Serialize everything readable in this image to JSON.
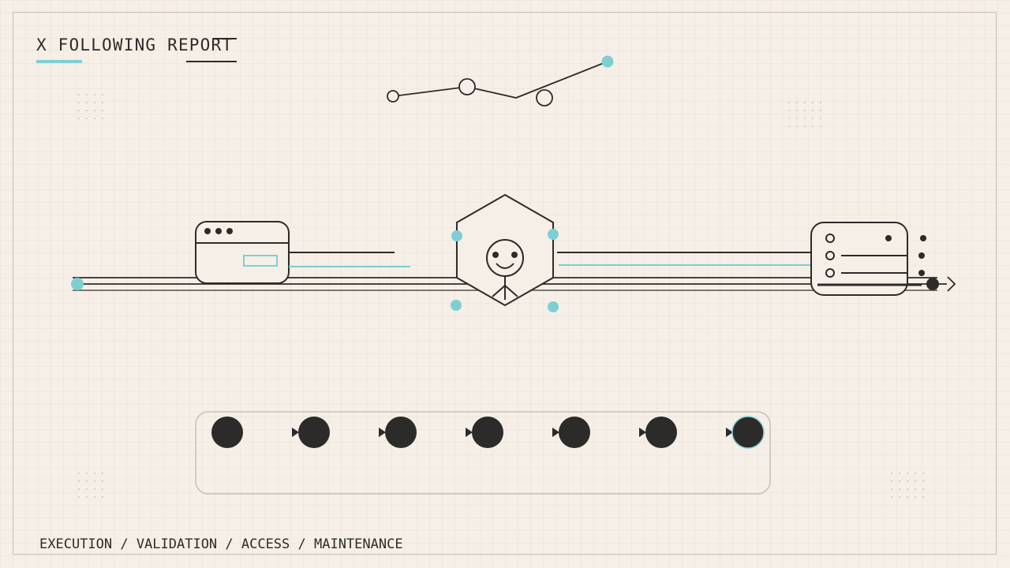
{
  "header": {
    "title": "X FOLLOWING REPORT"
  },
  "footer": {
    "pipeline": "EXECUTION / VALIDATION / ACCESS / MAINTENANCE"
  },
  "colors": {
    "background": "#f5efe8",
    "ink": "#2d2b29",
    "accent": "#7ecfd4",
    "frame": "#c9bfb6"
  },
  "icons": {
    "left": "browser-window-icon",
    "center": "hexagon-user-icon",
    "right": "server-list-icon",
    "top": "sparkline-icon"
  },
  "steps": {
    "count": 7
  }
}
